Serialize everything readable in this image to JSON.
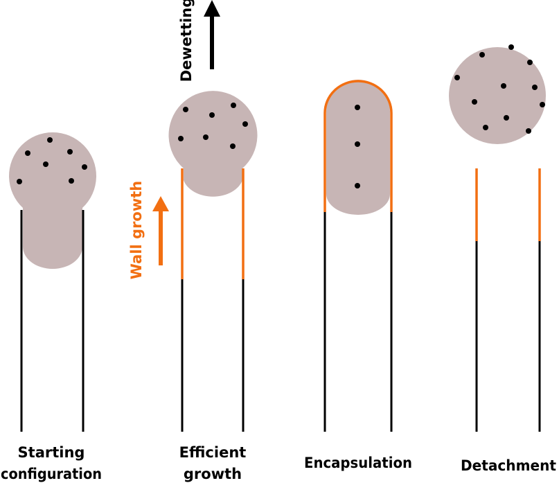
{
  "labels": {
    "starting_line1": "Starting",
    "starting_line2": "configuration",
    "efficient_line1": "Efficient",
    "efficient_line2": "growth",
    "encapsulation": "Encapsulation",
    "detachment": "Detachment",
    "dewetting": "Dewetting",
    "wall_growth": "Wall growth"
  },
  "colors": {
    "droplet": "#c7b5b5",
    "wall": "#000000",
    "new_wall": "#f26f12",
    "particle": "#000000",
    "text": "#000000"
  }
}
